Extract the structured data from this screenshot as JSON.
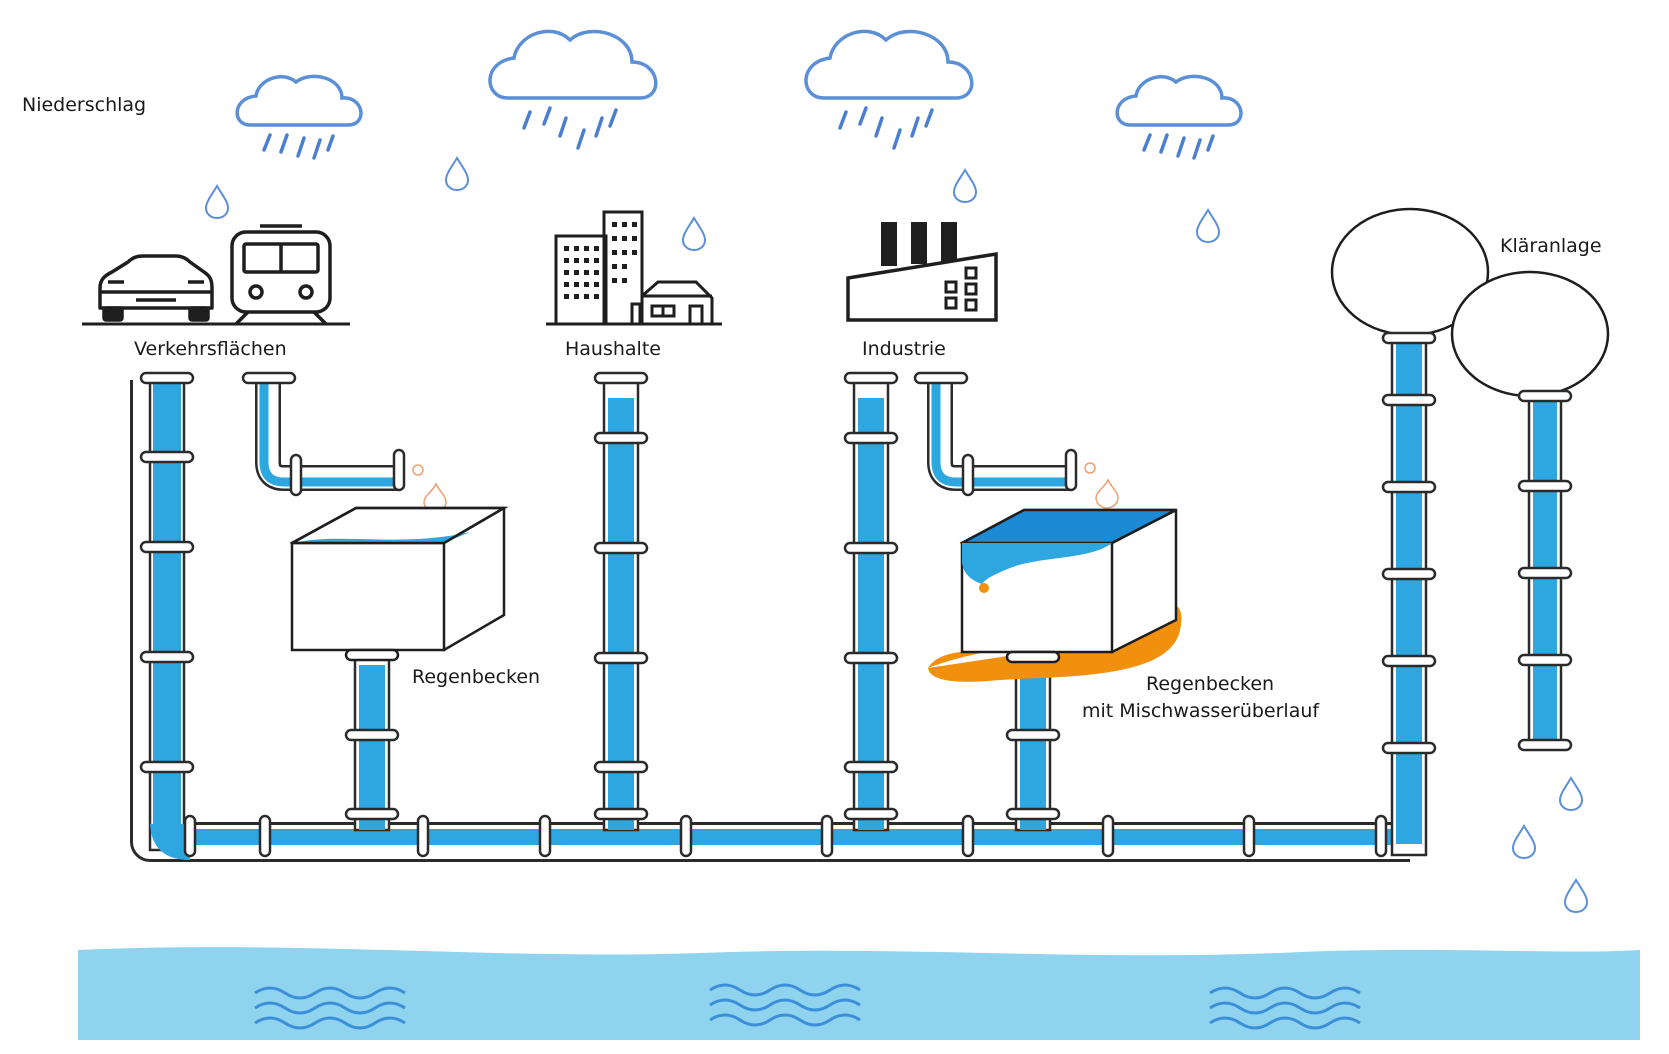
{
  "labels": {
    "precipitation": "Niederschlag",
    "traffic": "Verkehrsflächen",
    "households": "Haushalte",
    "industry": "Industrie",
    "treatment_plant": "Kläranlage",
    "rain_basin": "Regenbecken",
    "rain_basin_overflow_line1": "Regenbecken",
    "rain_basin_overflow_line2": "mit Mischwasserüberlauf"
  },
  "colors": {
    "pipe_water": "#2ea6e0",
    "pipe_outline": "#2b2b2b",
    "cloud_stroke": "#5b8fd6",
    "rain": "#4a7fcf",
    "drop": "#5b8fd6",
    "overflow": "#f0900c",
    "river": "#8fd3ef",
    "waves": "#3a8fd8",
    "icons": "#1e1e1e"
  },
  "icons": [
    "car-icon",
    "train-icon",
    "apartment-buildings-icon",
    "house-icon",
    "factory-icon",
    "rain-cloud-icon",
    "water-drop-icon",
    "wave-icon"
  ]
}
